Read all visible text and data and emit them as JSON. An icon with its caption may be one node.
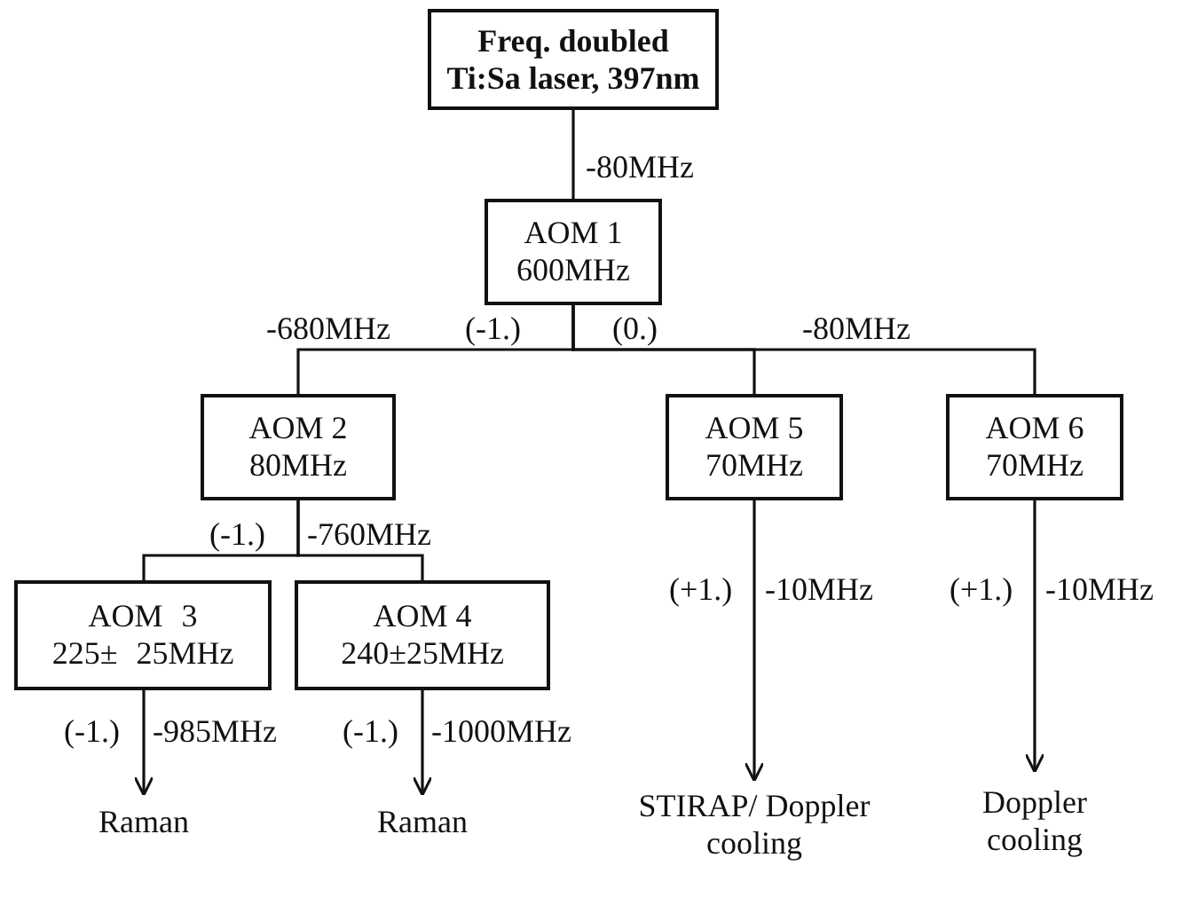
{
  "diagram": {
    "nodes": [
      {
        "text": [
          "Freq. doubled Ti:Sa laser, 397nm"
        ]
      },
      {
        "text": [
          "AOM 1 600MHz"
        ]
      },
      {
        "text": [
          "AOM 2 80MHz"
        ]
      },
      {
        "text": [
          "AOM 5 70MHz"
        ]
      },
      {
        "text": [
          "AOM 6 70MHz"
        ]
      },
      {
        "text": [
          "AOM 3 225± 25MHz"
        ]
      },
      {
        "text": [
          "AOM 4 240±25MHz"
        ]
      },
      {
        "text": [
          "Raman"
        ]
      },
      {
        "text": [
          "Raman"
        ]
      },
      {
        "text": [
          "STIRAP/ Doppler cooling"
        ]
      },
      {
        "text": [
          "Doppler cooling"
        ]
      }
    ],
    "edges": [
      {
        "from": 0,
        "to": 1,
        "arrow": "none",
        "label": "-80MHz"
      },
      {
        "from": 1,
        "to": 2,
        "arrow": "none"
      },
      {
        "from": 1,
        "to": 3,
        "arrow": "none"
      },
      {
        "from": 1,
        "to": 4,
        "arrow": "none"
      },
      {
        "from": 2,
        "to": 5,
        "arrow": "none"
      },
      {
        "from": 2,
        "to": 6,
        "arrow": "none"
      },
      {
        "from": 5,
        "to": 7,
        "arrow": "to",
        "label": "-985MHz"
      },
      {
        "from": 6,
        "to": 8,
        "arrow": "to",
        "label": "-1000MHz"
      },
      {
        "from": 3,
        "to": 9,
        "arrow": "to",
        "label": "-10MHz"
      },
      {
        "from": 4,
        "to": 10,
        "arrow": "to",
        "label": "-10MHz"
      }
    ],
    "labels": [
      "-680MHz",
      "(-1.)",
      "(0.)",
      "-80MHz",
      "(-1.)",
      "-760MHz",
      "(-1.)",
      "(-1.)",
      "(+1.)",
      "(+1.)"
    ]
  }
}
